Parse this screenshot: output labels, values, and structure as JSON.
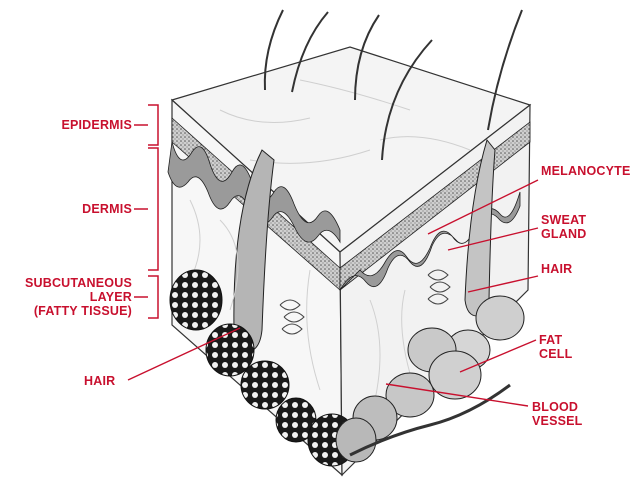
{
  "diagram": {
    "accent_color": "#c8102e",
    "labels": {
      "epidermis": "EPIDERMIS",
      "dermis": "DERMIS",
      "subcutaneous_1": "SUBCUTANEOUS",
      "subcutaneous_2": "LAYER",
      "subcutaneous_3": "(FATTY TISSUE)",
      "hair_left": "HAIR",
      "melanocyte": "MELANOCYTE",
      "sweat_gland_1": "SWEAT",
      "sweat_gland_2": "GLAND",
      "hair_right": "HAIR",
      "fat_cell_1": "FAT",
      "fat_cell_2": "CELL",
      "blood_vessel_1": "BLOOD",
      "blood_vessel_2": "VESSEL"
    }
  }
}
